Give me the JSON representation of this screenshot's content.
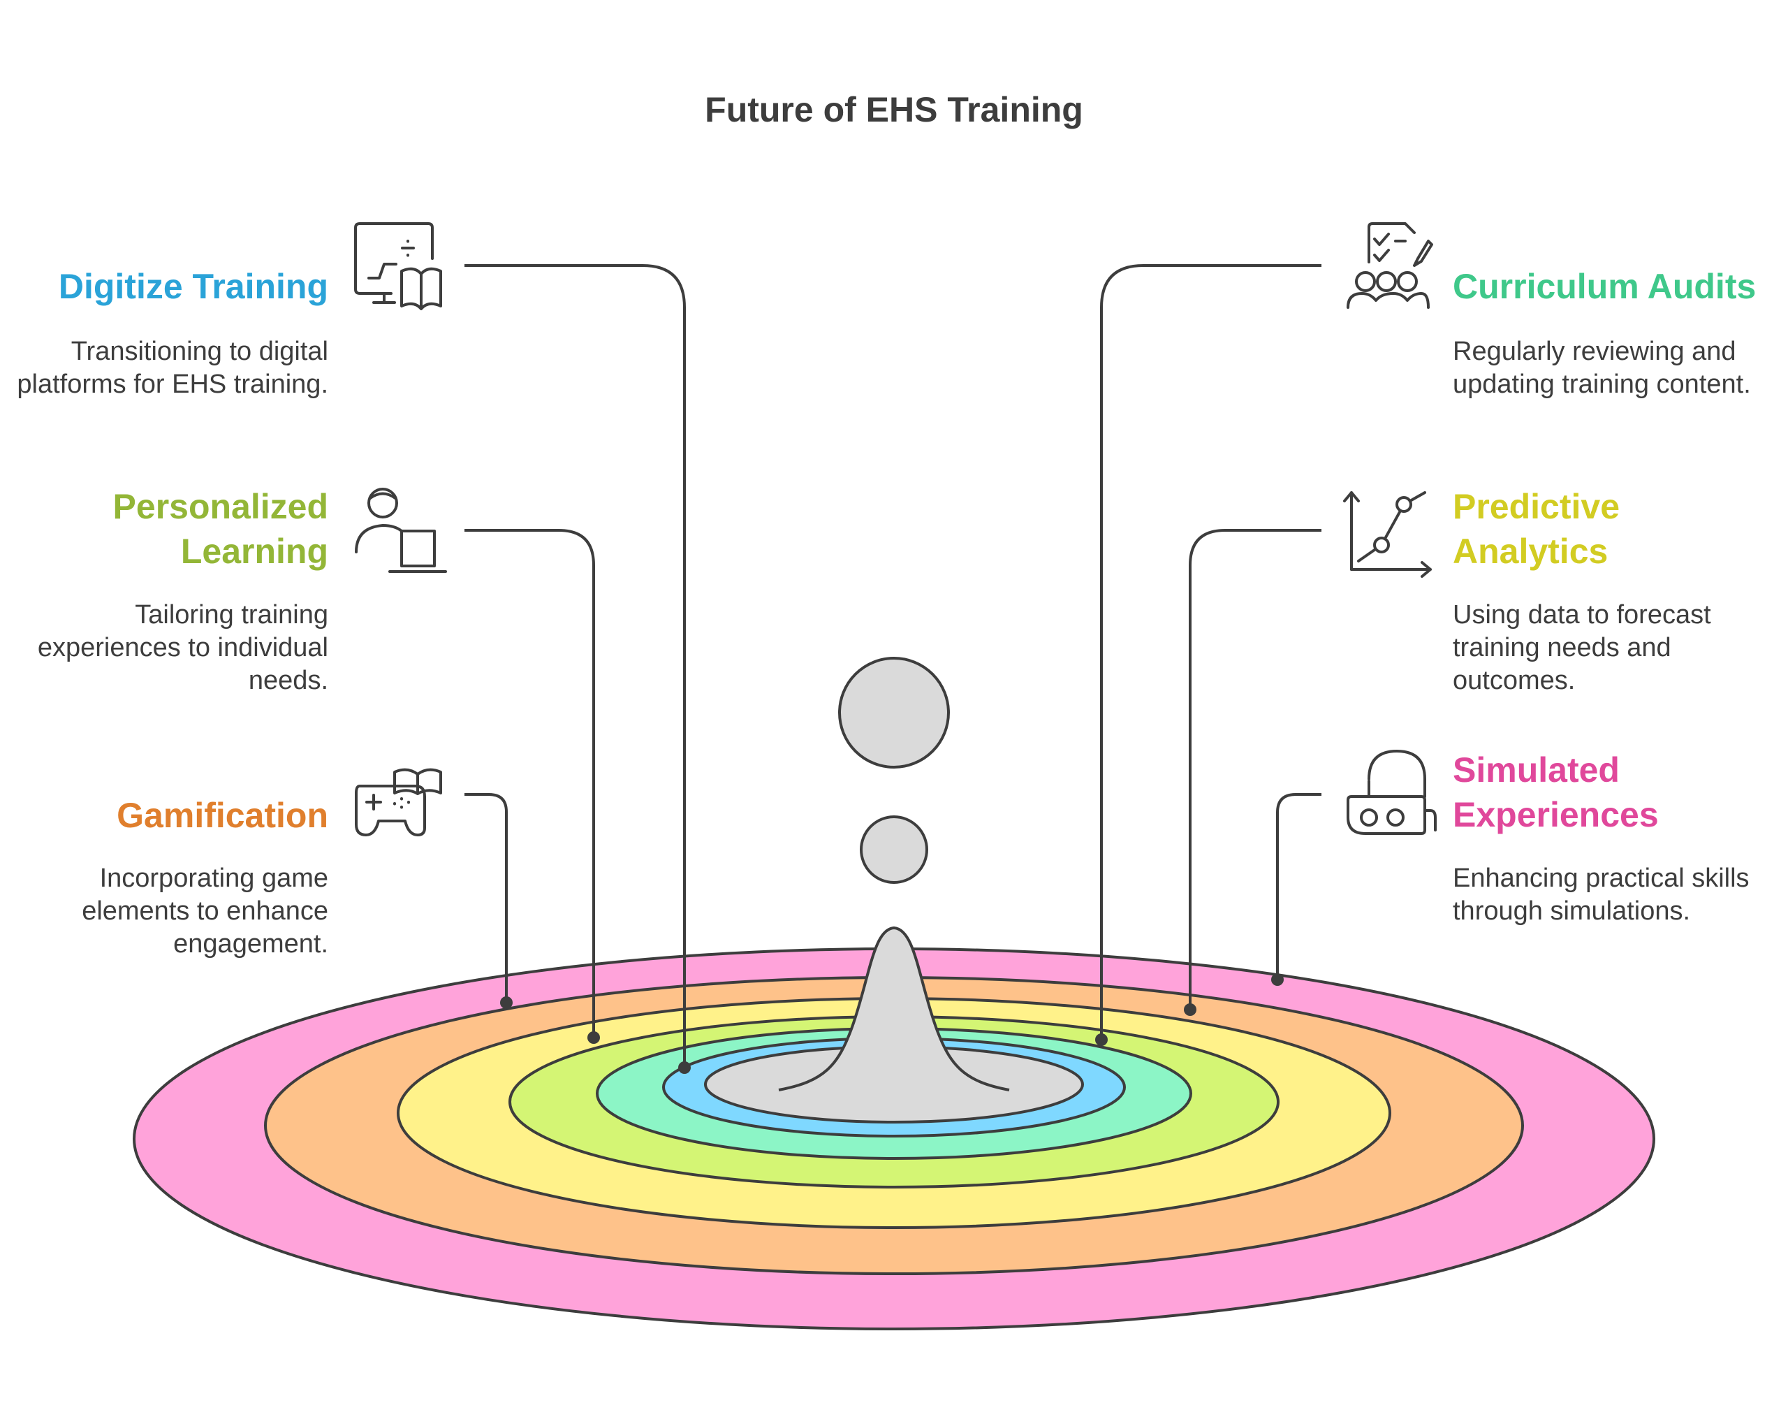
{
  "title": "Future of EHS Training",
  "items": [
    {
      "heading": "Digitize Training",
      "description": "Transitioning to digital platforms for EHS training.",
      "color": "#2aa3d8",
      "ring_color": "#7fd8ff",
      "icon": "monitor-book-icon"
    },
    {
      "heading": "Personalized Learning",
      "description": "Tailoring training experiences to individual needs.",
      "color": "#93b637",
      "ring_color": "#d4f574",
      "icon": "person-laptop-icon"
    },
    {
      "heading": "Gamification",
      "description": "Incorporating game elements to enhance engagement.",
      "color": "#e07f2d",
      "ring_color": "#fec28a",
      "icon": "gamepad-book-icon"
    },
    {
      "heading": "Curriculum Audits",
      "description": "Regularly reviewing and updating training content.",
      "color": "#3fc88a",
      "ring_color": "#8cf5c6",
      "icon": "checklist-group-icon"
    },
    {
      "heading": "Predictive Analytics",
      "description": "Using data to forecast training needs and outcomes.",
      "color": "#d2cc22",
      "ring_color": "#fff28a",
      "icon": "line-chart-icon"
    },
    {
      "heading": "Simulated Experiences",
      "description": "Enhancing practical skills through simulations.",
      "color": "#e0489b",
      "ring_color": "#ffa3da",
      "icon": "vr-headset-icon"
    }
  ]
}
